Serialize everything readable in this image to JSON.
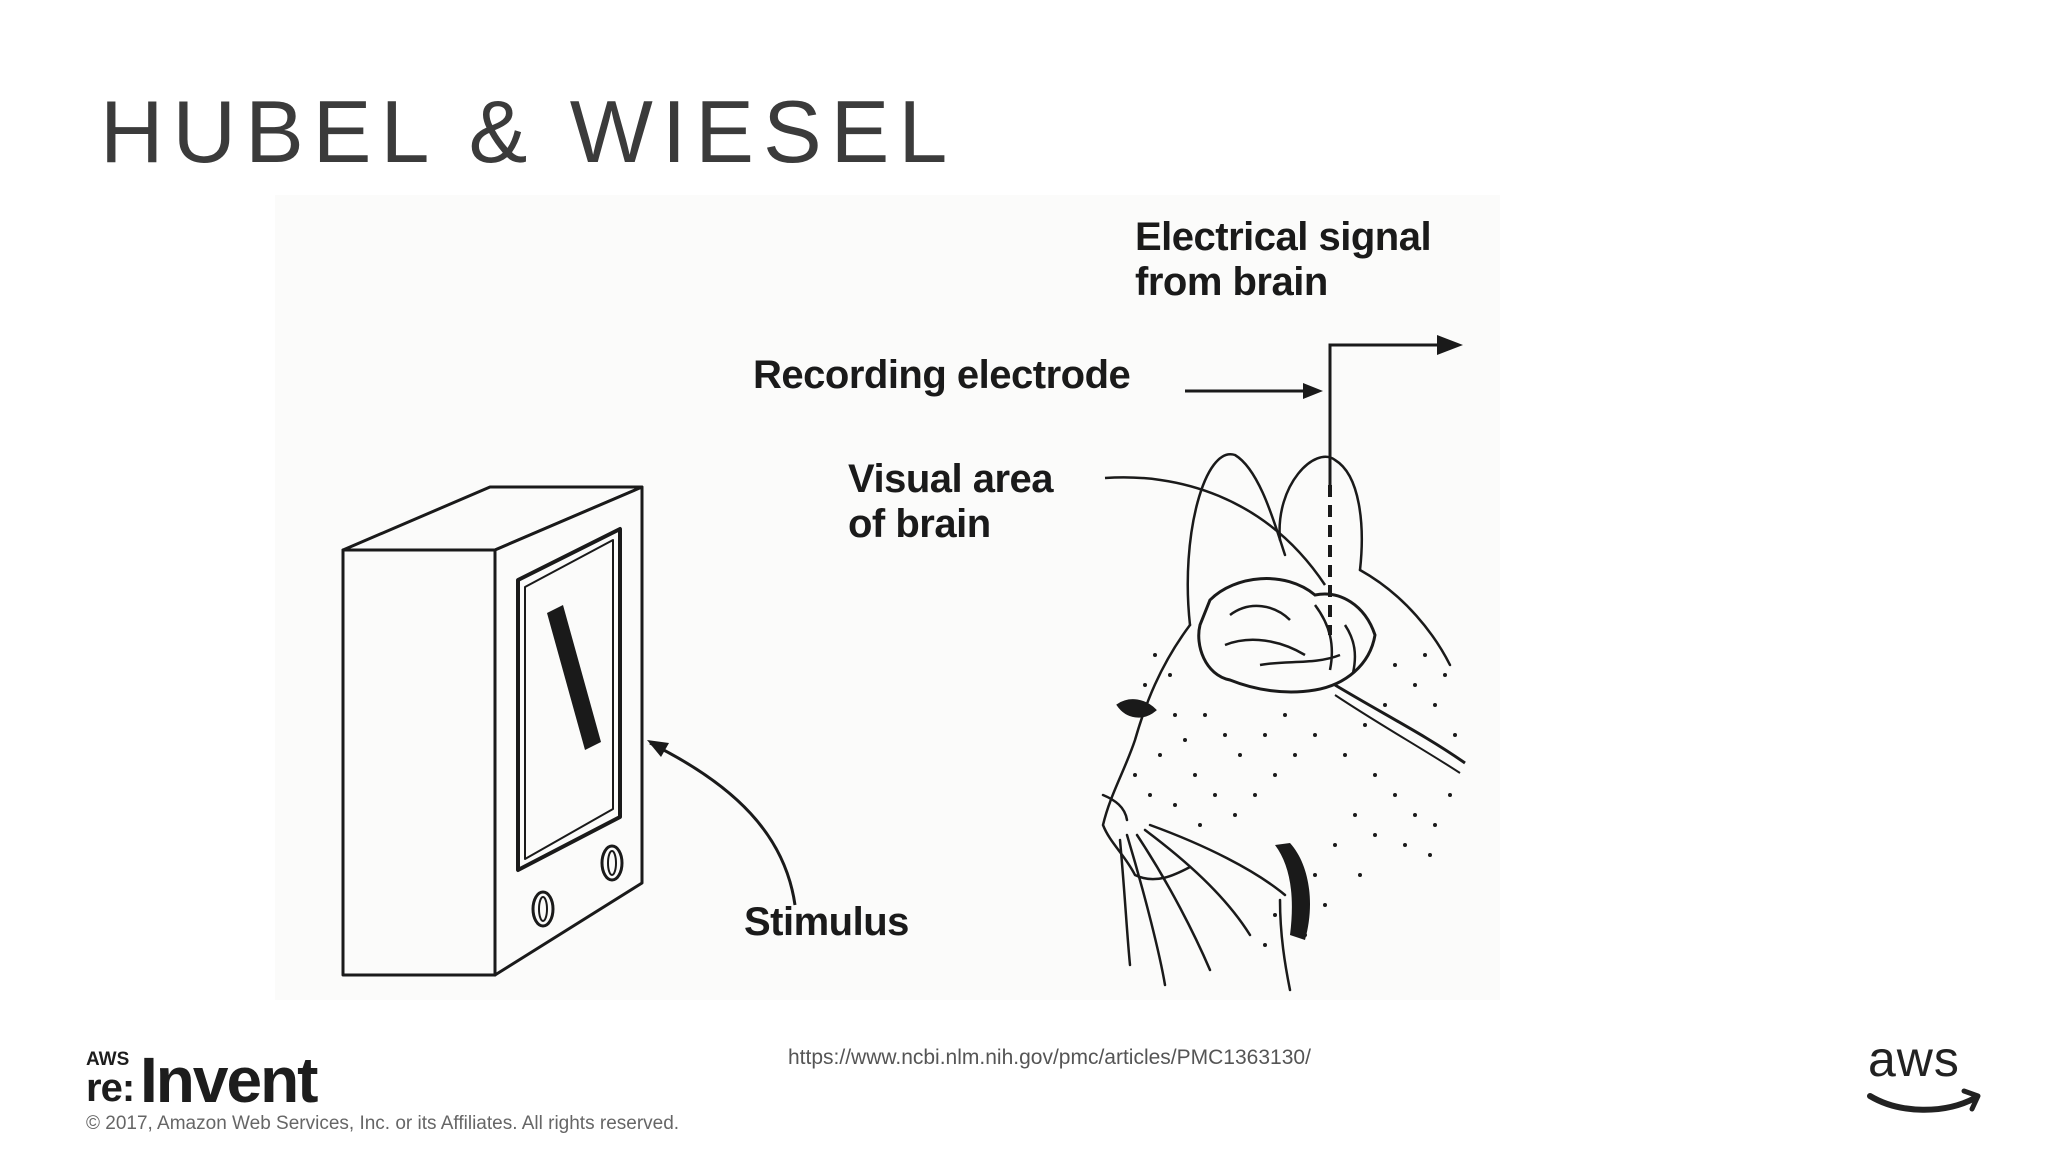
{
  "slide": {
    "title": "HUBEL & WIESEL",
    "source_url": "https://www.ncbi.nlm.nih.gov/pmc/articles/PMC1363130/"
  },
  "figure": {
    "labels": {
      "electrical_signal": "Electrical signal\nfrom brain",
      "recording_electrode": "Recording electrode",
      "visual_area": "Visual area\nof brain",
      "stimulus": "Stimulus"
    }
  },
  "footer": {
    "brand_small": "AWS",
    "brand_re": "re:",
    "brand_invent": "Invent",
    "copyright": "© 2017, Amazon Web Services, Inc. or its Affiliates. All rights reserved.",
    "aws_logo_text": "aws"
  },
  "colors": {
    "title": "#3b3b3b",
    "ink": "#1a1a1a",
    "aws_orange": "#ff9900"
  }
}
